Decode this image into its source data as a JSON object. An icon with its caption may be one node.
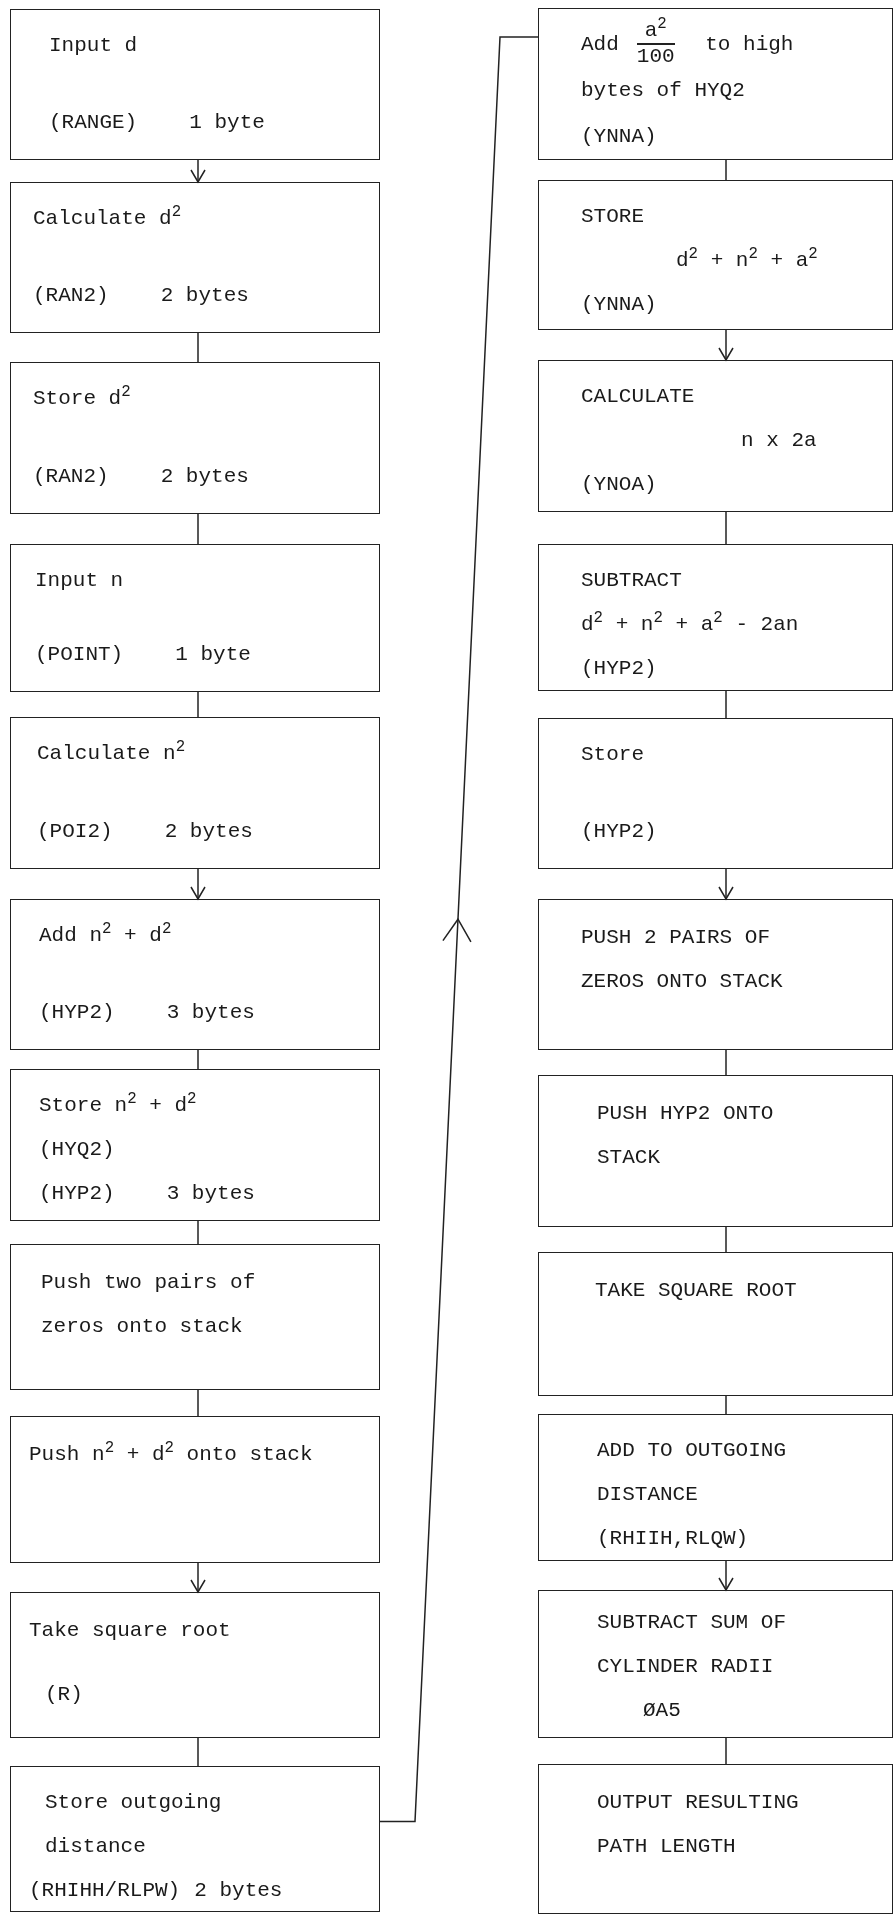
{
  "diagram": {
    "nodes": [
      {
        "text": [
          "Input d",
          "(RANGE)",
          "1 byte"
        ]
      },
      {
        "text": [
          "Calculate d$^{2}$",
          "(RAN2)",
          "2 bytes"
        ]
      },
      {
        "text": [
          "Store d$^{2}$",
          "(RAN2)",
          "2 bytes"
        ]
      },
      {
        "text": [
          "Input n",
          "(POINT)",
          "1 byte"
        ]
      },
      {
        "text": [
          "Calculate n$^{2}$",
          "(POI2)",
          "2 bytes"
        ]
      },
      {
        "text": [
          "Add n$^{2}$ + d$^{2}$",
          "(HYP2)",
          "3 bytes"
        ]
      },
      {
        "text": [
          "Store n$^{2}$ + d$^{2}$",
          "(HYQ2)",
          "(HYP2)",
          "3 bytes"
        ]
      },
      {
        "text": [
          "Push two pairs of zeros onto stack"
        ]
      },
      {
        "text": [
          "Push n$^{2}$ + d$^{2}$ onto stack"
        ]
      },
      {
        "text": [
          "Take square root",
          "(R)"
        ]
      },
      {
        "text": [
          "Store outgoing distance",
          "(RHIHH/RLPW)",
          "2 bytes"
        ]
      },
      {
        "text": [
          "Add",
          "a$^{2}$",
          "100",
          "to high bytes of HYQ2",
          "(YNNA)"
        ]
      },
      {
        "text": [
          "STORE",
          "d$^{2}$ + n$^{2}$ + a$^{2}$",
          "(YNNA)"
        ]
      },
      {
        "text": [
          "CALCULATE",
          "n x 2a",
          "(YNOA)"
        ]
      },
      {
        "text": [
          "SUBTRACT",
          "d$^{2}$ + n$^{2}$ + a$^{2}$ - 2an",
          "(HYP2)"
        ]
      },
      {
        "text": [
          "Store",
          "(HYP2)"
        ]
      },
      {
        "text": [
          "PUSH 2 PAIRS OF ZEROS ONTO STACK"
        ]
      },
      {
        "text": [
          "PUSH HYP2 ONTO STACK"
        ]
      },
      {
        "text": [
          "TAKE SQUARE ROOT"
        ]
      },
      {
        "text": [
          "ADD TO OUTGOING DISTANCE",
          "(RHIIH,RLQW)"
        ]
      },
      {
        "text": [
          "SUBTRACT SUM OF CYLINDER RADII",
          "ØA5"
        ]
      },
      {
        "text": [
          "OUTPUT RESULTING PATH LENGTH"
        ]
      }
    ],
    "edges": [
      {
        "from": 0,
        "to": 1,
        "arrow": "to"
      },
      {
        "from": 1,
        "to": 2,
        "arrow": "none"
      },
      {
        "from": 2,
        "to": 3,
        "arrow": "none"
      },
      {
        "from": 3,
        "to": 4,
        "arrow": "none"
      },
      {
        "from": 4,
        "to": 5,
        "arrow": "to"
      },
      {
        "from": 5,
        "to": 6,
        "arrow": "none"
      },
      {
        "from": 6,
        "to": 7,
        "arrow": "none"
      },
      {
        "from": 7,
        "to": 8,
        "arrow": "none"
      },
      {
        "from": 8,
        "to": 9,
        "arrow": "to"
      },
      {
        "from": 9,
        "to": 10,
        "arrow": "none"
      },
      {
        "from": 10,
        "to": 11,
        "arrow": "to"
      },
      {
        "from": 11,
        "to": 12,
        "arrow": "none"
      },
      {
        "from": 12,
        "to": 13,
        "arrow": "to"
      },
      {
        "from": 13,
        "to": 14,
        "arrow": "none"
      },
      {
        "from": 14,
        "to": 15,
        "arrow": "none"
      },
      {
        "from": 15,
        "to": 16,
        "arrow": "to"
      },
      {
        "from": 16,
        "to": 17,
        "arrow": "none"
      },
      {
        "from": 17,
        "to": 18,
        "arrow": "none"
      },
      {
        "from": 18,
        "to": 19,
        "arrow": "none"
      },
      {
        "from": 19,
        "to": 20,
        "arrow": "to"
      },
      {
        "from": 20,
        "to": 21,
        "arrow": "none"
      }
    ]
  }
}
